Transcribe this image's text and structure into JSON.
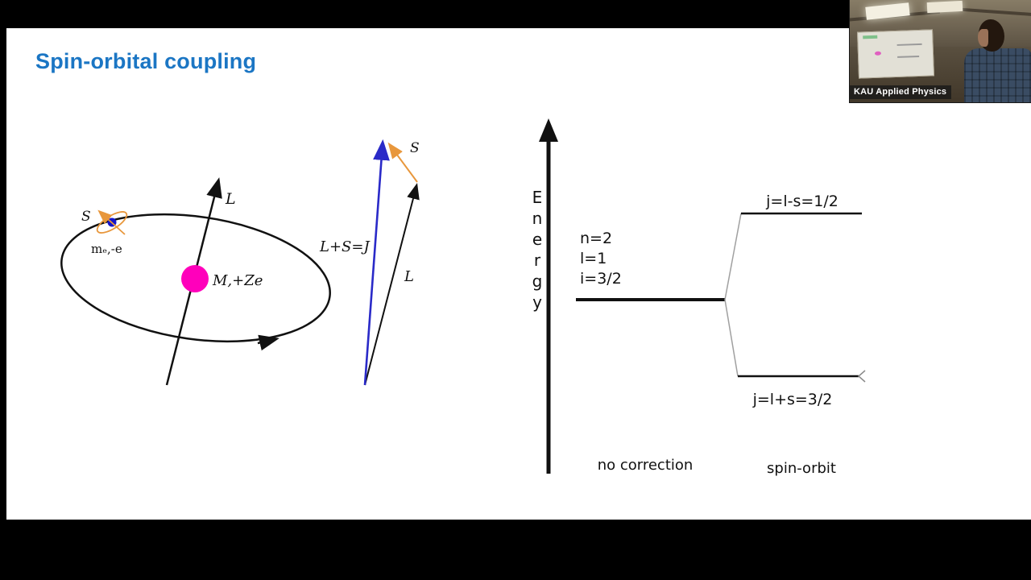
{
  "slide": {
    "title": "Spin-orbital coupling",
    "orbit_diagram": {
      "spin_label": "S",
      "electron_label": "mₑ,-e",
      "axis_label": "L",
      "nucleus_label": "M,+Ze"
    },
    "vector_diagram": {
      "s_label": "S",
      "j_label": "L+S=J",
      "l_label": "L"
    },
    "energy_diagram": {
      "axis_letters": [
        "E",
        "n",
        "e",
        "r",
        "g",
        "y"
      ],
      "state_lines": [
        "n=2",
        "l=1",
        "i=3/2"
      ],
      "upper_level_label": "j=l-s=1/2",
      "lower_level_label": "j=l+s=3/2",
      "left_caption": "no correction",
      "right_caption": "spin-orbit"
    }
  },
  "webcam": {
    "caption": "KAU Applied Physics"
  },
  "colors": {
    "title_blue": "#1b76c4",
    "nucleus_magenta": "#ff00bb",
    "vector_blue": "#2a2ac8",
    "vector_orange": "#e8973c",
    "fork_gray": "#a0a0a0",
    "ink_black": "#111111"
  }
}
